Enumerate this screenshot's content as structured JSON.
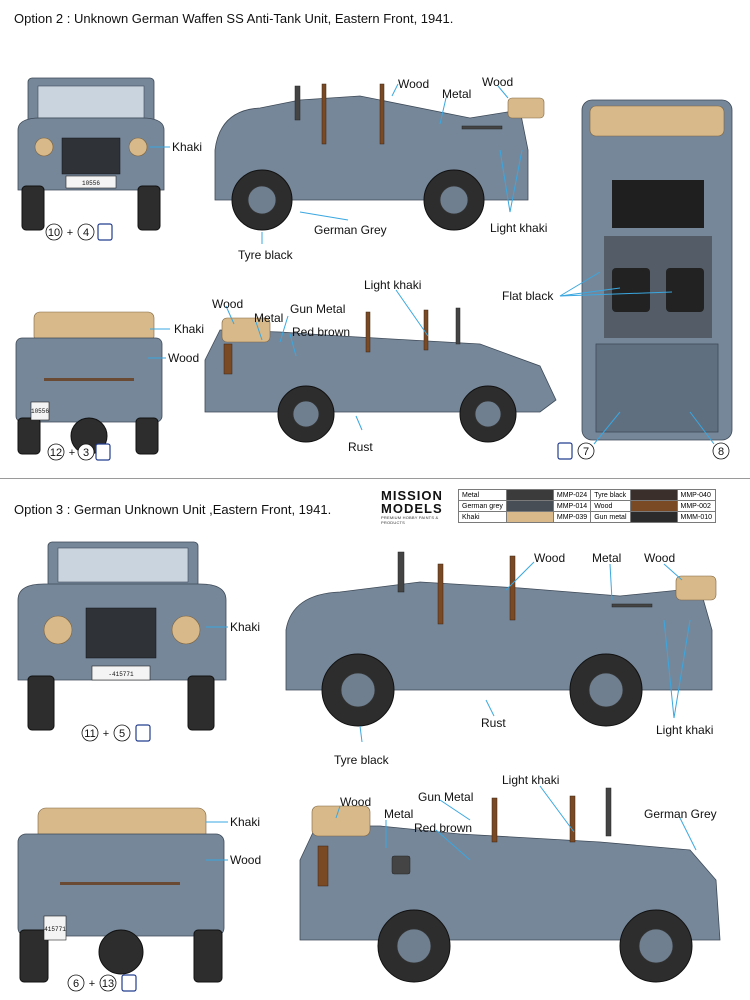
{
  "options": [
    {
      "title": "Option 2 : Unknown German Waffen SS Anti-Tank Unit, Eastern Front, 1941."
    },
    {
      "title": "Option 3 : German Unknown Unit ,Eastern Front, 1941."
    }
  ],
  "brand": {
    "line1": "MISSION",
    "line2": "MODELS",
    "tagline": "PREMIUM HOBBY PAINTS & PRODUCTS"
  },
  "paints": [
    {
      "name": "Metal",
      "code": "MMP-024",
      "color": "#3b3b3b"
    },
    {
      "name": "German grey",
      "code": "MMP-014",
      "color": "#474e56"
    },
    {
      "name": "Khaki",
      "code": "MMP-039",
      "color": "#d9b98a"
    },
    {
      "name": "Tyre black",
      "code": "MMP-040",
      "color": "#3b2f2b"
    },
    {
      "name": "Wood",
      "code": "MMP-002",
      "color": "#7a4a25"
    },
    {
      "name": "Gun metal",
      "code": "MMM-010",
      "color": "#2b2b2b"
    }
  ],
  "labels": {
    "khaki": "Khaki",
    "wood": "Wood",
    "metal": "Metal",
    "german_grey": "German Grey",
    "tyre_black": "Tyre black",
    "light_khaki": "Light khaki",
    "gun_metal": "Gun Metal",
    "red_brown": "Red brown",
    "rust": "Rust",
    "flat_black": "Flat black"
  },
  "plates": {
    "opt2_front": "10556",
    "opt2_rear": "10556",
    "opt3_front": "-415771",
    "opt3_rear": "415771"
  },
  "decals": {
    "opt2_front": [
      "10",
      "+",
      "4"
    ],
    "opt2_rear": [
      "12",
      "+",
      "3"
    ],
    "opt2_top_left": "7",
    "opt2_top_right": "8",
    "opt3_front": [
      "11",
      "+",
      "5"
    ],
    "opt3_rear": [
      "6",
      "+",
      "13"
    ]
  }
}
